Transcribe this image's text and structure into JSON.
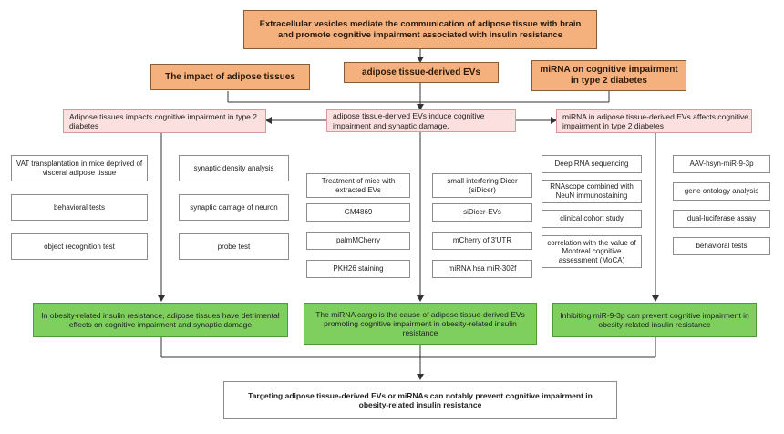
{
  "title": "Extracellular vesicles mediate the communication of adipose tissue with brain and promote cognitive impairment associated with insulin resistance",
  "headers": {
    "left": "The impact of adipose tissues",
    "center": "adipose tissue-derived EVs",
    "right": "miRNA on cognitive impairment in type 2 diabetes"
  },
  "subheaders": {
    "left": "Adipose tissues impacts cognitive impairment in type 2 diabetes",
    "center": "adipose tissue-derived EVs induce cognitive impairment and synaptic damage,",
    "right": "miRNA in adipose tissue-derived EVs affects cognitive impairment in type 2 diabetes"
  },
  "methods": {
    "left_col1": [
      "VAT transplantation in mice deprived of visceral adipose tissue",
      "behavioral tests",
      "object recognition test"
    ],
    "left_col2": [
      "synaptic density analysis",
      "synaptic damage of neuron",
      "probe test"
    ],
    "center_col1": [
      "Treatment of mice with extracted EVs",
      "GM4869",
      "palmMCherry",
      "PKH26 staining"
    ],
    "center_col2": [
      "small interfering Dicer (siDicer)",
      "siDicer-EVs",
      "mCherry of 3'UTR",
      "miRNA hsa miR-302f"
    ],
    "right_col1": [
      "Deep RNA sequencing",
      "RNAscope combined with NeuN immunostaining",
      "clinical cohort study",
      "correlation with the value of Montreal cognitive assessment (MoCA)"
    ],
    "right_col2": [
      "AAV-hsyn-miR-9-3p",
      "gene ontology analysis",
      "dual-luciferase assay",
      "behavioral tests"
    ]
  },
  "conclusions": {
    "left": "In obesity-related insulin resistance, adipose tissues have detrimental effects on cognitive impairment and synaptic damage",
    "center": "The miRNA cargo is the cause of adipose tissue-derived EVs promoting cognitive impairment in obesity-related insulin resistance",
    "right": "Inhibiting miR-9-3p can prevent cognitive impairment in obesity-related insulin resistance"
  },
  "final": "Targeting adipose tissue-derived EVs or miRNAs can notably prevent cognitive impairment in obesity-related insulin resistance",
  "colors": {
    "orange": "#f4b17d",
    "pink": "#fbe0df",
    "green": "#7fcf5f",
    "line": "#333333"
  }
}
